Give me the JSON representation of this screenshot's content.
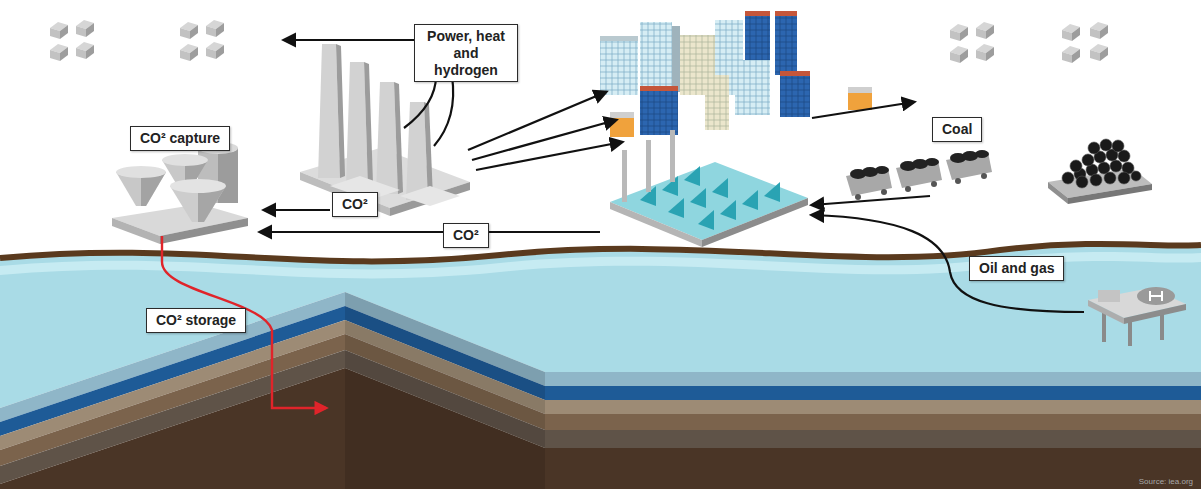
{
  "diagram": {
    "nodes": [
      {
        "text": [
          "Power, heat and hydrogen"
        ]
      },
      {
        "text": [
          "Coal"
        ]
      },
      {
        "text": [
          "CO² capture"
        ]
      },
      {
        "text": [
          "CO²"
        ]
      },
      {
        "text": [
          "CO²"
        ]
      },
      {
        "text": [
          "Oil and gas"
        ]
      },
      {
        "text": [
          "CO² storage"
        ]
      }
    ],
    "labels": [
      "Source: iea.org"
    ]
  }
}
